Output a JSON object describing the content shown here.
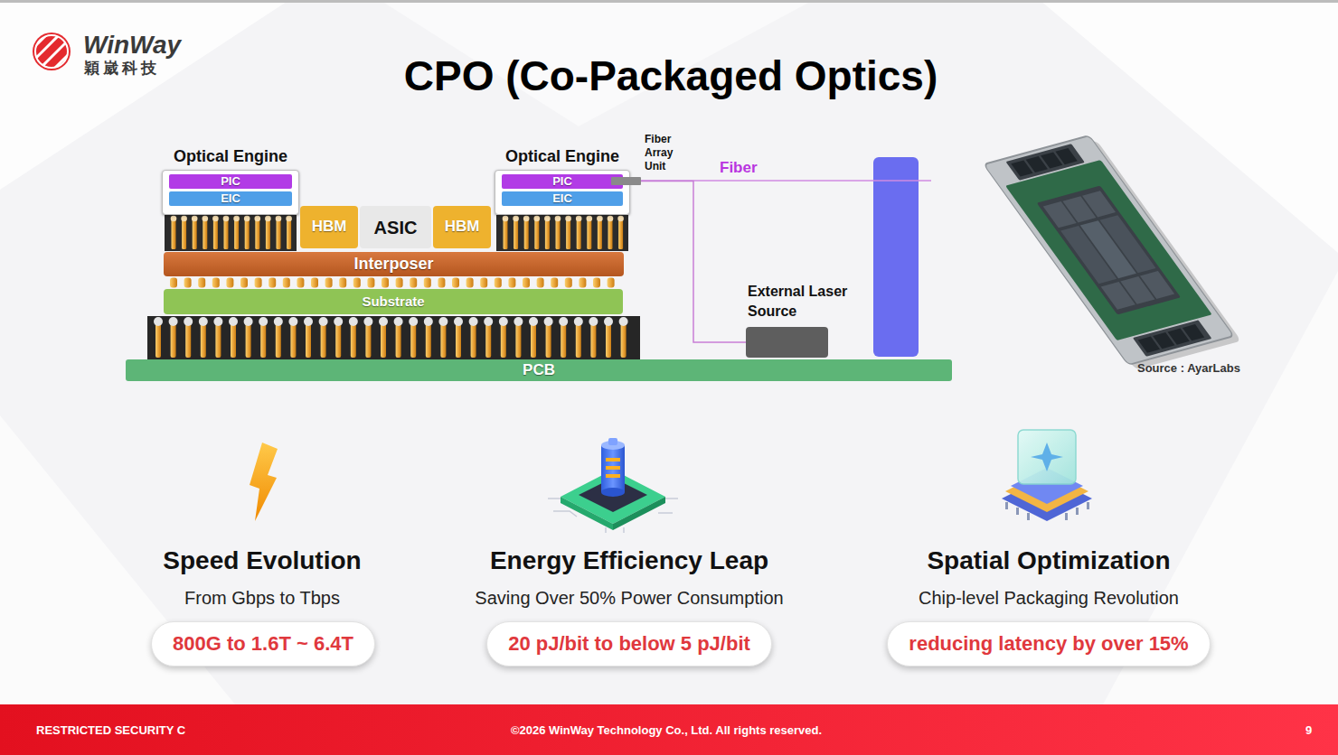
{
  "diagram": {
    "title": "CPO (Co-Packaged Optics)",
    "nodes": [
      {
        "text": [
          "Optical Engine"
        ]
      },
      {
        "text": [
          "PIC"
        ],
        "in": 0
      },
      {
        "text": [
          "EIC"
        ],
        "in": 0
      },
      {
        "text": [
          "HBM"
        ]
      },
      {
        "text": [
          "ASIC"
        ]
      },
      {
        "text": [
          "HBM"
        ]
      },
      {
        "text": [
          "Optical Engine"
        ]
      },
      {
        "text": [
          "PIC"
        ],
        "in": 6
      },
      {
        "text": [
          "EIC"
        ],
        "in": 6
      },
      {
        "text": [
          "Fiber Array Unit"
        ]
      },
      {
        "text": [
          "Interposer"
        ]
      },
      {
        "text": [
          "Substrate"
        ]
      },
      {
        "text": [
          "External Laser Source"
        ]
      },
      {
        "text": [
          "PCB"
        ]
      },
      {
        "text": [
          "800G to 1.6T ~ 6.4T"
        ]
      },
      {
        "text": [
          "20 pJ/bit to below 5 pJ/bit"
        ]
      },
      {
        "text": [
          "reducing latency by over 15%"
        ]
      }
    ],
    "edges": [
      {
        "from": 9,
        "to": 12,
        "arrow": "none"
      }
    ],
    "labels": [
      "WinWay",
      "穎崴科技",
      "Fiber",
      "Source : AyarLabs",
      "Speed Evolution",
      "From Gbps to Tbps",
      "Energy Efficiency Leap",
      "Saving Over 50% Power Consumption",
      "Spatial Optimization",
      "Chip-level Packaging Revolution",
      "RESTRICTED SECURITY C",
      "©2026 WinWay Technology Co., Ltd. All rights reserved.",
      "9"
    ]
  }
}
